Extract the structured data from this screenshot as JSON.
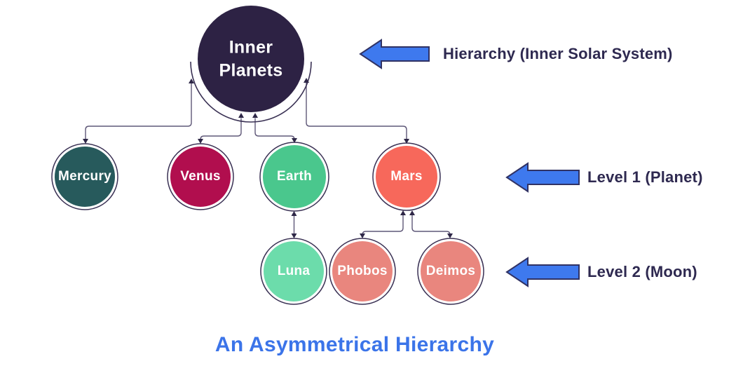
{
  "title": "An Asymmetrical Hierarchy",
  "nodes": {
    "root": {
      "label": "Inner Planets",
      "color": "#2d2244",
      "level": 0
    },
    "mercury": {
      "label": "Mercury",
      "color": "#275a5c",
      "level": 1
    },
    "venus": {
      "label": "Venus",
      "color": "#b10e4e",
      "level": 1
    },
    "earth": {
      "label": "Earth",
      "color": "#4ac78d",
      "level": 1
    },
    "mars": {
      "label": "Mars",
      "color": "#f7685b",
      "level": 1
    },
    "luna": {
      "label": "Luna",
      "color": "#6cdcab",
      "level": 2
    },
    "phobos": {
      "label": "Phobos",
      "color": "#e9867e",
      "level": 2
    },
    "deimos": {
      "label": "Deimos",
      "color": "#e9867e",
      "level": 2
    }
  },
  "edges": [
    {
      "from": "root",
      "to": "mercury"
    },
    {
      "from": "root",
      "to": "venus"
    },
    {
      "from": "root",
      "to": "earth"
    },
    {
      "from": "root",
      "to": "mars"
    },
    {
      "from": "earth",
      "to": "luna"
    },
    {
      "from": "mars",
      "to": "phobos"
    },
    {
      "from": "mars",
      "to": "deimos"
    }
  ],
  "annotations": {
    "hierarchy": {
      "label": "Hierarchy (Inner Solar System)",
      "icon": "left-block-arrow"
    },
    "level1": {
      "label": "Level 1 (Planet)",
      "icon": "left-block-arrow"
    },
    "level2": {
      "label": "Level 2 (Moon)",
      "icon": "left-block-arrow"
    }
  },
  "colors": {
    "connector": "#5f5878",
    "arrowhead": "#2e2747",
    "node_ring": "#3a3154",
    "arrow_fill": "#3e79ee",
    "arrow_stroke": "#303264",
    "label_text": "#2e2950",
    "title_text": "#3b74e9"
  }
}
